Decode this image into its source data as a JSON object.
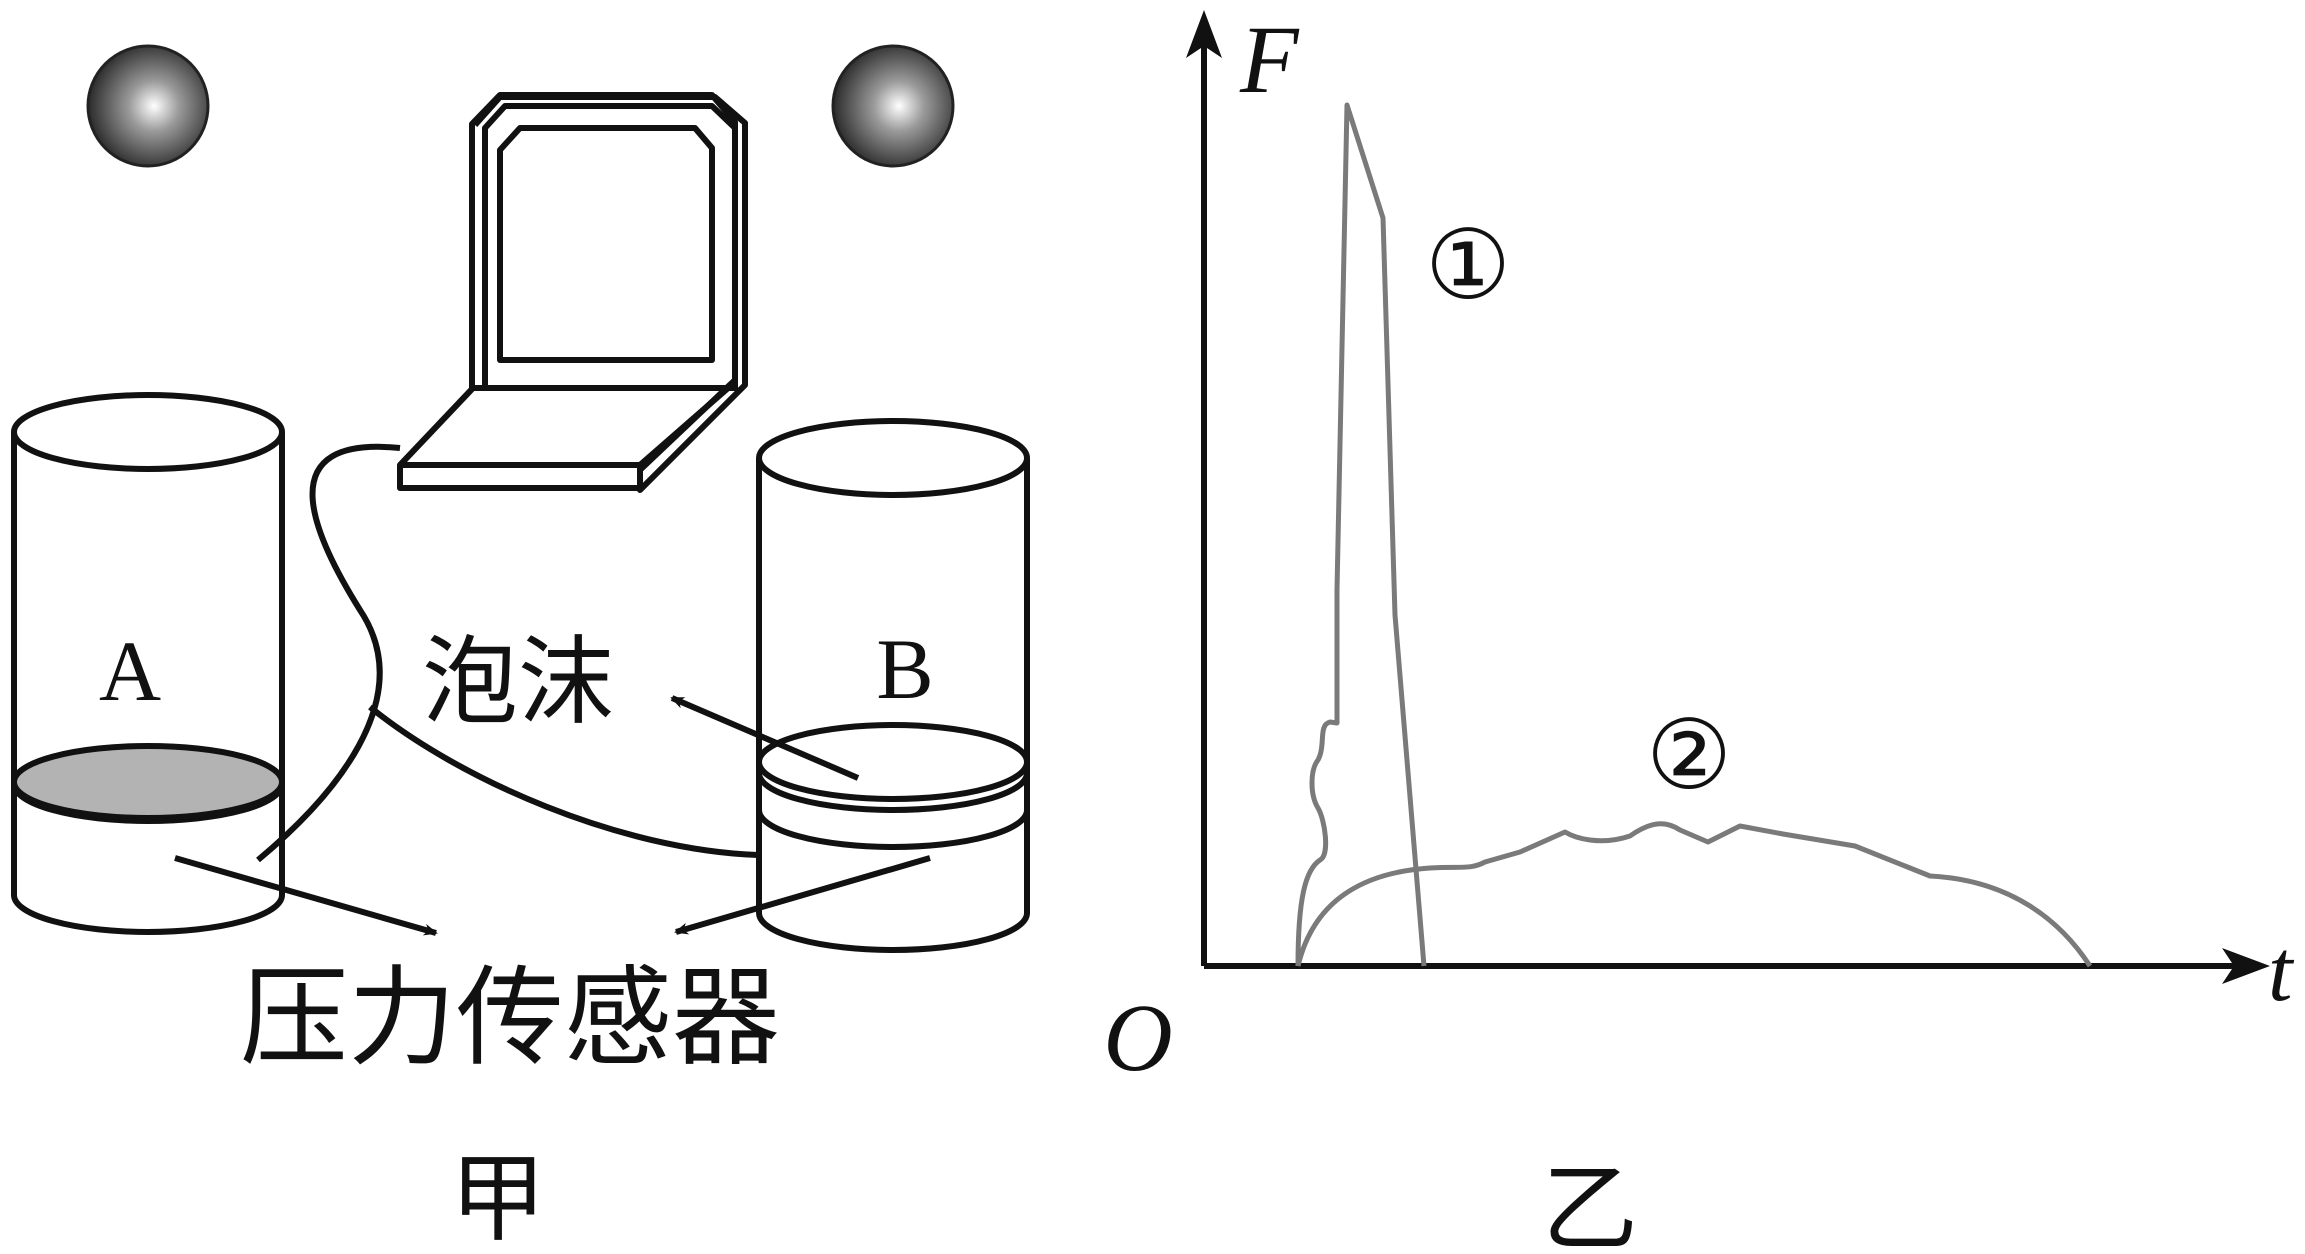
{
  "left_panel": {
    "caption": "甲",
    "cylinder_a_label": "A",
    "cylinder_b_label": "B",
    "foam_label": "泡沫",
    "sensor_label": "压力传感器"
  },
  "right_panel": {
    "caption": "乙",
    "y_axis_label": "F",
    "x_axis_label": "t",
    "origin_label": "O",
    "curve_1_label": "①",
    "curve_2_label": "②"
  },
  "colors": {
    "line": "#111111",
    "curve": "#7a7a7a",
    "sensor_fill_a": "#b3b3b3"
  }
}
